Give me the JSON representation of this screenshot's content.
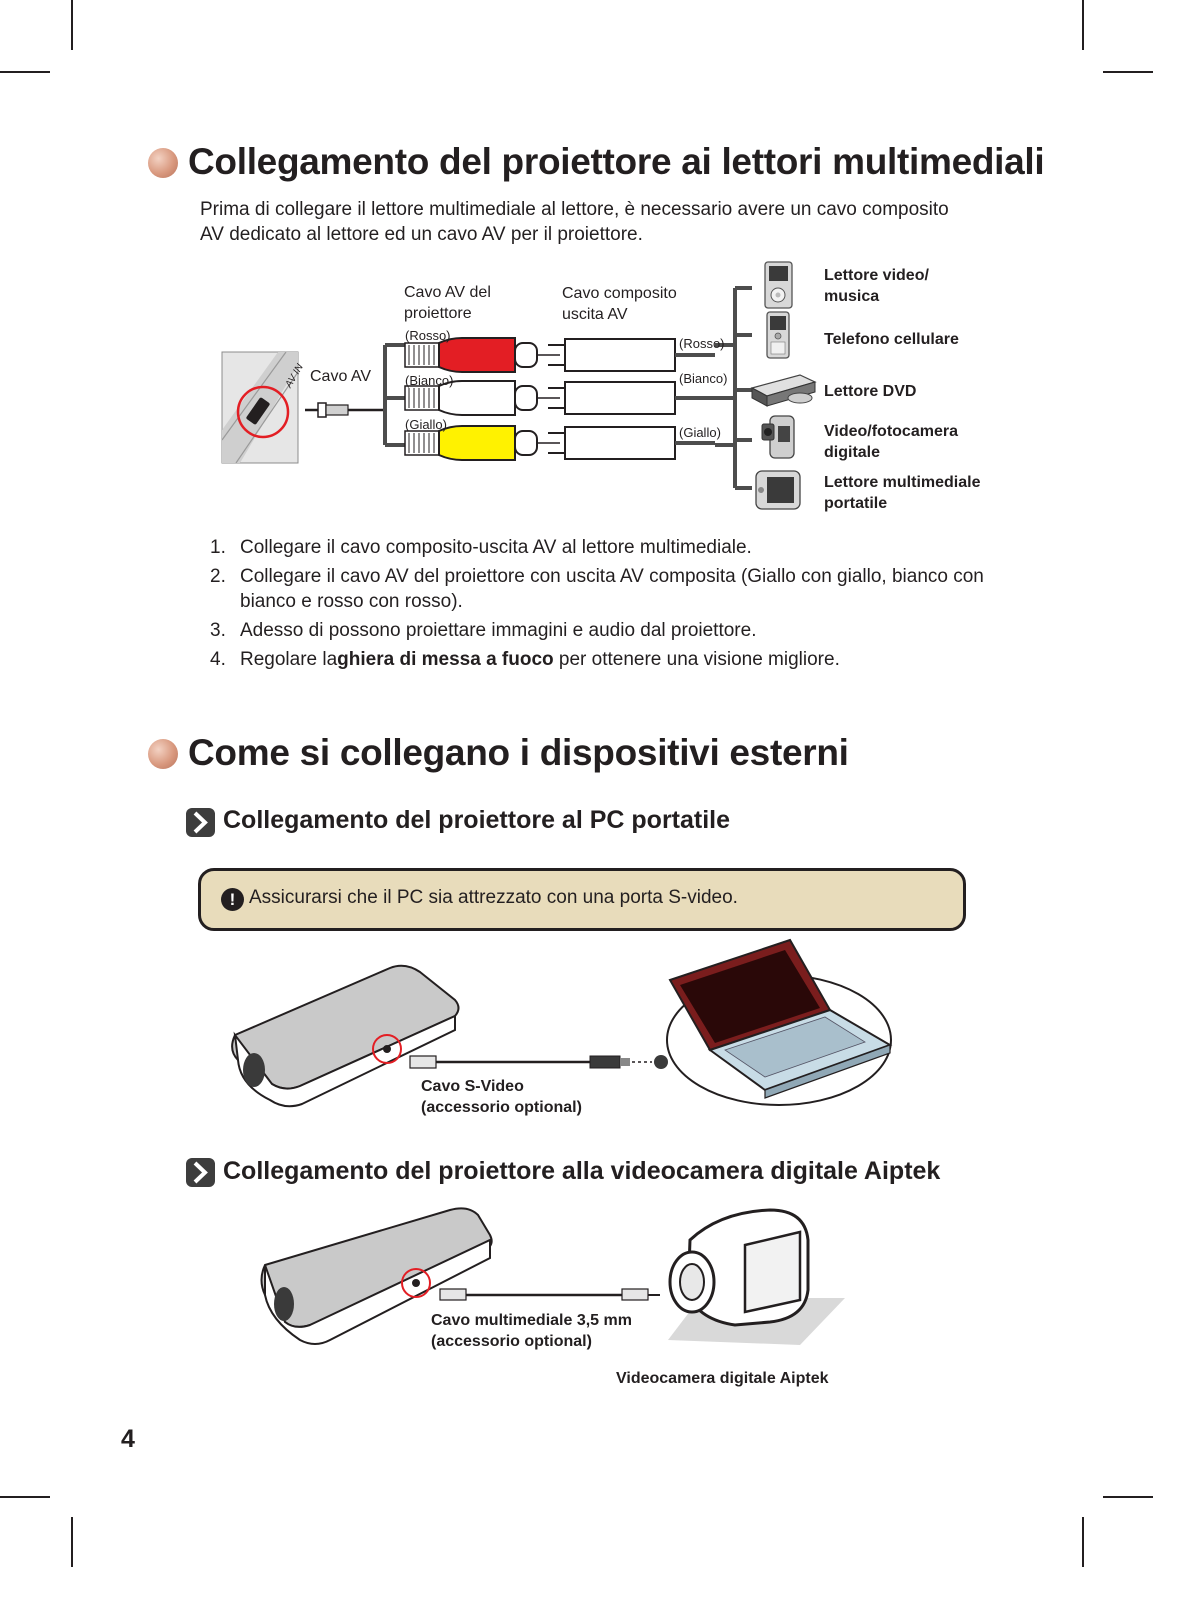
{
  "section1": {
    "title": "Collegamento del proiettore ai lettori multimediali",
    "intro_line1": "Prima di collegare il lettore multimediale al lettore, è necessario avere un cavo composito",
    "intro_line2": "AV dedicato al lettore ed un cavo AV per il proiettore."
  },
  "diagram1": {
    "port_label": "AV IN",
    "cavo_av": "Cavo AV",
    "proj_cable_line1": "Cavo AV del",
    "proj_cable_line2": "proiettore",
    "comp_cable_line1": "Cavo composito",
    "comp_cable_line2": "uscita AV",
    "rosso": "(Rosso)",
    "bianco": "(Bianco)",
    "giallo": "(Giallo)",
    "colors": {
      "red": "#e31e24",
      "white": "#ffffff",
      "yellow": "#fff200"
    },
    "devices": [
      {
        "line1": "Lettore video/",
        "line2": "musica",
        "icon": "music-player-icon"
      },
      {
        "line1": "Telefono cellulare",
        "line2": "",
        "icon": "mobile-phone-icon"
      },
      {
        "line1": "Lettore DVD",
        "line2": "",
        "icon": "dvd-player-icon"
      },
      {
        "line1": "Video/fotocamera",
        "line2": "digitale",
        "icon": "camcorder-icon"
      },
      {
        "line1": "Lettore multimediale",
        "line2": "portatile",
        "icon": "portable-media-player-icon"
      }
    ]
  },
  "steps": [
    {
      "num": "1.",
      "pre": "Collegare il cavo composito-uscita AV al lettore multimediale.",
      "bold": "",
      "post": ""
    },
    {
      "num": "2.",
      "pre": "Collegare il cavo AV del proiettore con uscita AV composita (Giallo con giallo, bianco con bianco e rosso con rosso).",
      "bold": "",
      "post": ""
    },
    {
      "num": "3.",
      "pre": "Adesso di possono proiettare immagini e audio dal proiettore.",
      "bold": "",
      "post": ""
    },
    {
      "num": "4.",
      "pre": "Regolare la",
      "bold": "ghiera di messa a fuoco",
      "post": " per ottenere una visione migliore."
    }
  ],
  "section2": {
    "title": "Come si collegano i dispositivi esterni"
  },
  "subsection1": {
    "title": "Collegamento del proiettore al PC portatile",
    "note": "Assicurarsi che il PC sia attrezzato con una porta S-video.",
    "note_icon": "!",
    "cable_line1": "Cavo S-Video",
    "cable_line2": "(accessorio optional)"
  },
  "subsection2": {
    "title": "Collegamento del proiettore alla videocamera digitale Aiptek",
    "cable_line1": "Cavo multimediale 3,5 mm",
    "cable_line2": "(accessorio optional)",
    "camera_label": "Videocamera digitale Aiptek"
  },
  "page_number": "4",
  "accent_color": "#d9997f",
  "note_bg_color": "#e8dcbb",
  "highlight_circle_color": "#e31e24"
}
